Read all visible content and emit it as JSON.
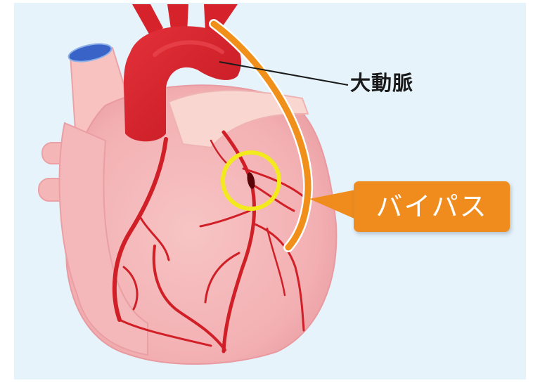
{
  "labels": {
    "aorta": "大動脈",
    "bypass": "バイパス"
  },
  "colors": {
    "background": "#e6f3fb",
    "heart_muscle": "#f5b8b8",
    "heart_shade": "#eda3a6",
    "aorta_red": "#d9202a",
    "artery_red": "#d11f27",
    "vena_cava": "#f8c2c0",
    "vena_cava_opening": "#3a63c8",
    "bypass_graft": "#f0901a",
    "bypass_label_bg": "#f08c1e",
    "blockage_highlight": "#f2ea1c",
    "leader_line": "#1a1a1a"
  },
  "icons": {
    "blockage_marker": "yellow-ring"
  }
}
